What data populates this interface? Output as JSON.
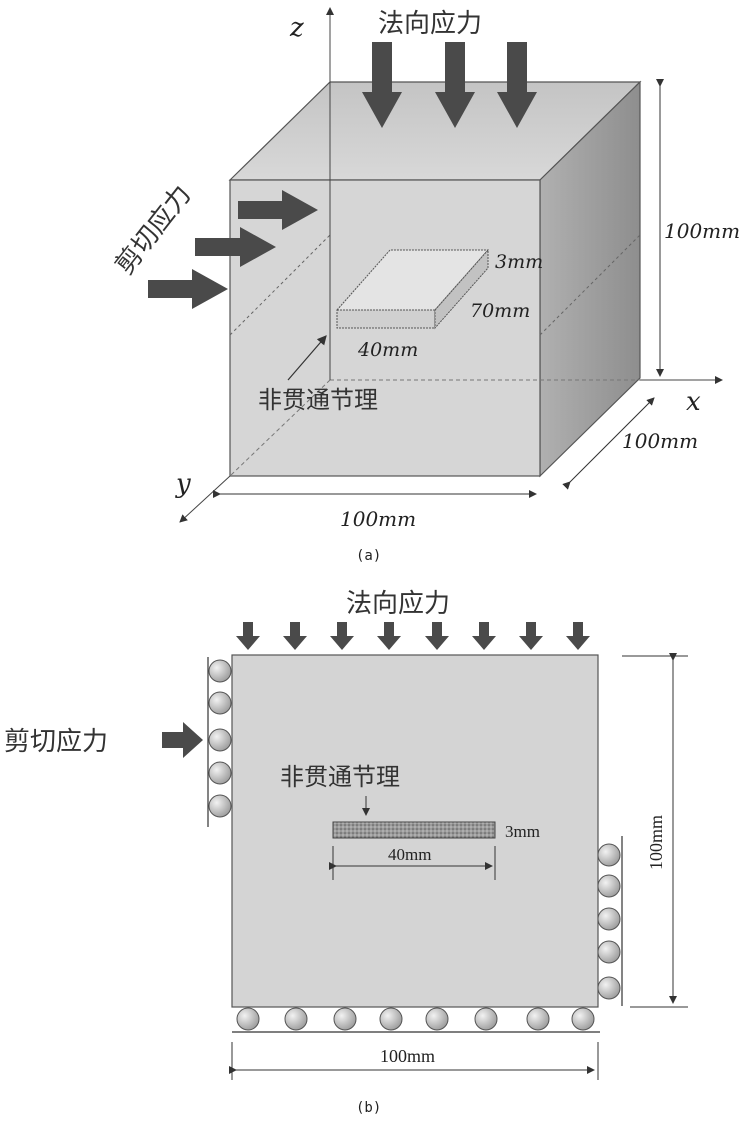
{
  "panel_a": {
    "axis_z": "z",
    "axis_x": "x",
    "axis_y": "y",
    "normal_stress": "法向应力",
    "shear_stress": "剪切应力",
    "joint_label": "非贯通节理",
    "dim_height": "100mm",
    "dim_depth": "100mm",
    "dim_width": "100mm",
    "joint_thickness": "3mm",
    "joint_depth": "70mm",
    "joint_length": "40mm",
    "caption": "(a)"
  },
  "panel_b": {
    "normal_stress": "法向应力",
    "shear_stress": "剪切应力",
    "joint_label": "非贯通节理",
    "joint_thickness": "3mm",
    "joint_length": "40mm",
    "dim_height": "100mm",
    "dim_width": "100mm",
    "caption": "(b)"
  },
  "colors": {
    "specimen": "#d3d3d3",
    "specimen_side": "#a8a8a8",
    "arrow": "#4a4a4a",
    "roller": "#c8c8c8"
  }
}
